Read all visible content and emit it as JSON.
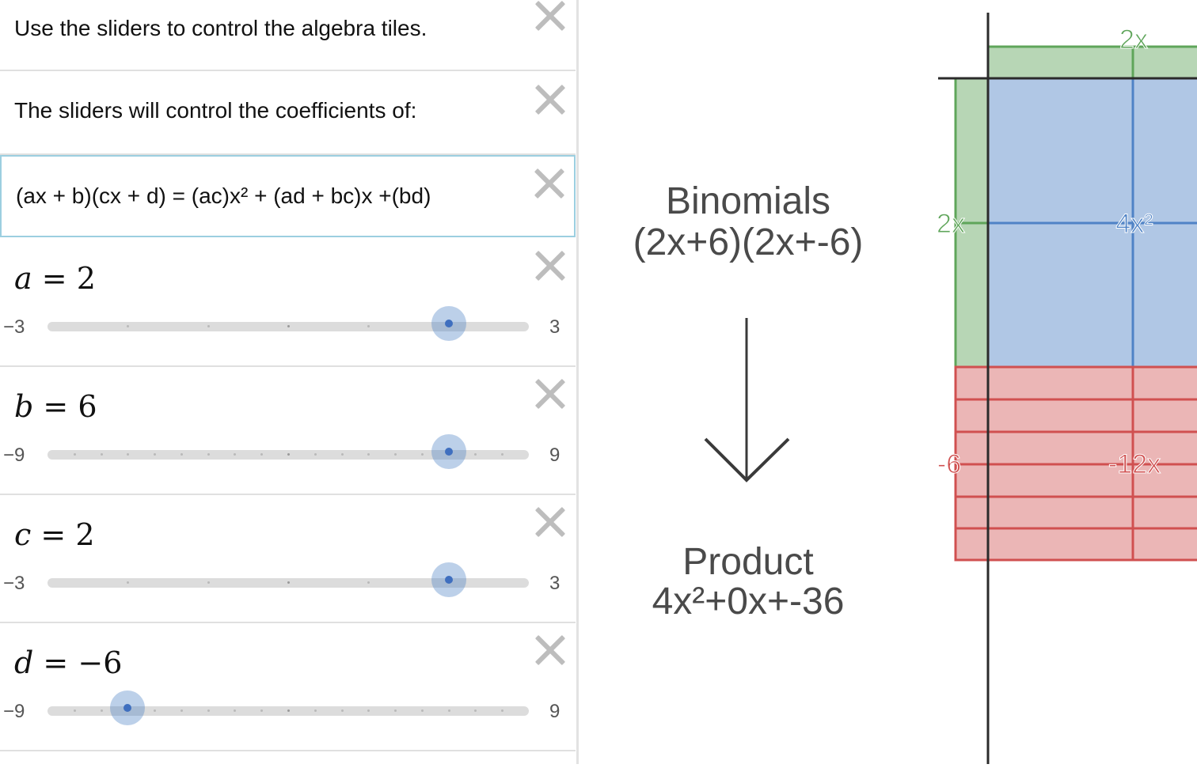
{
  "notes": [
    {
      "text": "Use the sliders to control the algebra tiles."
    },
    {
      "text": "The sliders will control the coefficients of:"
    },
    {
      "text": "(ax + b)(cx + d) = (ac)x² + (ad + bc)x +(bd)"
    }
  ],
  "sliders": [
    {
      "var": "a",
      "eq": "=",
      "value_text": "2",
      "value": 2,
      "min": -3,
      "max": 3,
      "min_label": "−3",
      "max_label": "3"
    },
    {
      "var": "b",
      "eq": "=",
      "value_text": "6",
      "value": 6,
      "min": -9,
      "max": 9,
      "min_label": "−9",
      "max_label": "9"
    },
    {
      "var": "c",
      "eq": "=",
      "value_text": "2",
      "value": 2,
      "min": -3,
      "max": 3,
      "min_label": "−3",
      "max_label": "3"
    },
    {
      "var": "d",
      "eq": "=",
      "value_text": "−6",
      "value": -6,
      "min": -9,
      "max": 9,
      "min_label": "−9",
      "max_label": "9"
    }
  ],
  "graph": {
    "binomials_title": "Binomials",
    "binomials_expr": "(2x+6)(2x+-6)",
    "product_title": "Product",
    "product_expr": "4x²+0x+-36",
    "labels": {
      "top_x": "2x",
      "left_x": "2x",
      "center_x2": "4x²",
      "left_const": "-6",
      "center_x": "-12x"
    },
    "colors": {
      "green": "#5fa55a",
      "blue": "#4f83c6",
      "red": "#d05050",
      "axis": "#2b2b2b"
    }
  }
}
